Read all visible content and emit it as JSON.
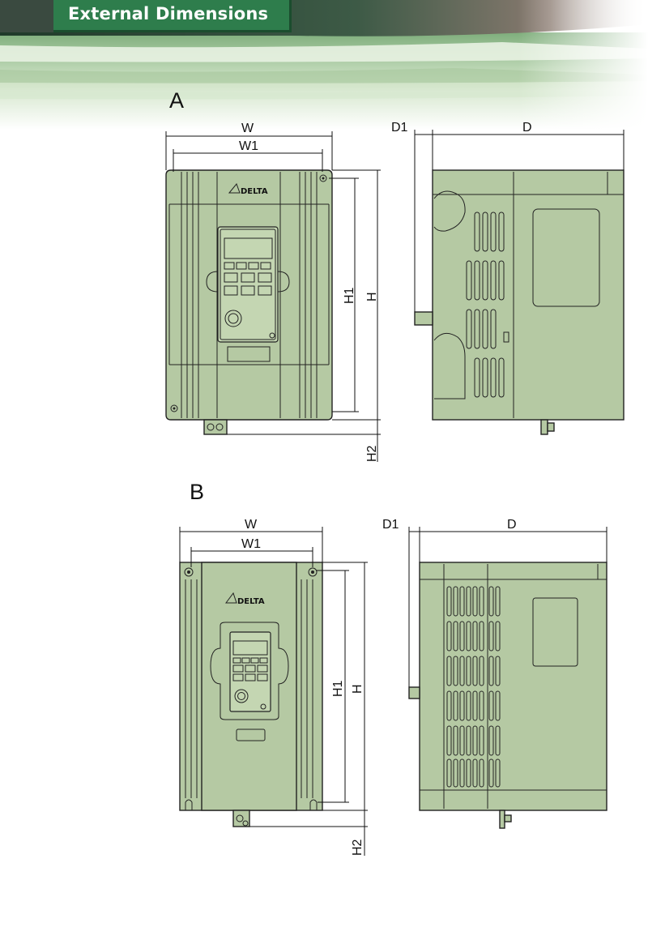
{
  "header": {
    "title": "External Dimensions"
  },
  "figure_a": {
    "label": "A",
    "brand": "DELTA",
    "dims": {
      "w": "W",
      "w1": "W1",
      "h": "H",
      "h1": "H1",
      "h2": "H2",
      "d": "D",
      "d1": "D1"
    }
  },
  "figure_b": {
    "label": "B",
    "brand": "DELTA",
    "dims": {
      "w": "W",
      "w1": "W1",
      "h": "H",
      "h1": "H1",
      "h2": "H2",
      "d": "D",
      "d1": "D1"
    }
  },
  "colors": {
    "housing": "#b5c9a3",
    "header_green": "#2e7d4c",
    "line": "#222222"
  }
}
